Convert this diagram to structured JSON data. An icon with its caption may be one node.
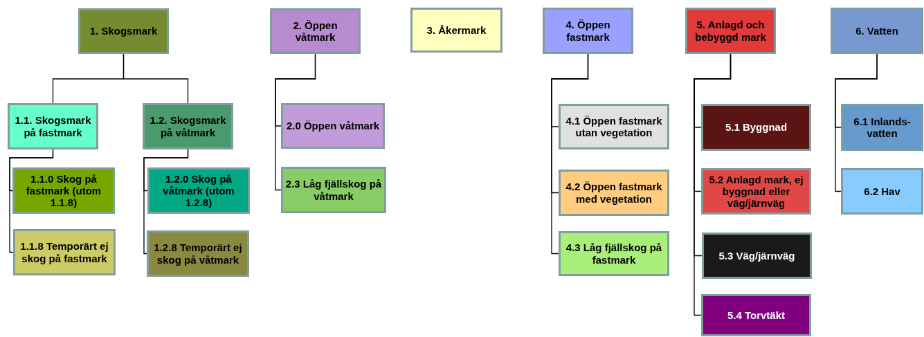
{
  "diagram": {
    "nodes": [
      {
        "text": [
          "1. Skogsmark"
        ]
      },
      {
        "text": [
          "1.1. Skogsmark på fastmark"
        ]
      },
      {
        "text": [
          "1.1.0 Skog på fastmark (utom 1.1.8)"
        ]
      },
      {
        "text": [
          "1.1.8 Temporärt ej skog på fastmark"
        ]
      },
      {
        "text": [
          "1.2. Skogsmark på våtmark"
        ]
      },
      {
        "text": [
          "1.2.0 Skog på våtmark (utom 1.2.8)"
        ]
      },
      {
        "text": [
          "1.2.8 Temporärt ej skog på våtmark"
        ]
      },
      {
        "text": [
          "2. Öppen våtmark"
        ]
      },
      {
        "text": [
          "2.0 Öppen våtmark"
        ]
      },
      {
        "text": [
          "2.3 Låg fjällskog på våtmark"
        ]
      },
      {
        "text": [
          "3. Åkermark"
        ]
      },
      {
        "text": [
          "4. Öppen fastmark"
        ]
      },
      {
        "text": [
          "4.1 Öppen fastmark utan vegetation"
        ]
      },
      {
        "text": [
          "4.2 Öppen fastmark med vegetation"
        ]
      },
      {
        "text": [
          "4.3 Låg fjällskog på  fastmark"
        ]
      },
      {
        "text": [
          "5. Anlagd och bebyggd mark"
        ]
      },
      {
        "text": [
          "5.1 Byggnad"
        ]
      },
      {
        "text": [
          "5.2 Anlagd mark, ej byggnad eller väg/järnväg"
        ]
      },
      {
        "text": [
          "5.3 Väg/järnväg"
        ]
      },
      {
        "text": [
          "5.4 Torvtäkt"
        ]
      },
      {
        "text": [
          "6. Vatten"
        ]
      },
      {
        "text": [
          "6.1 Inlands-vatten"
        ]
      },
      {
        "text": [
          "6.2 Hav"
        ]
      }
    ],
    "edges": [
      {
        "from": 0,
        "to": 1,
        "arrow": "none"
      },
      {
        "from": 0,
        "to": 4,
        "arrow": "none"
      },
      {
        "from": 1,
        "to": 2,
        "arrow": "none"
      },
      {
        "from": 1,
        "to": 3,
        "arrow": "none"
      },
      {
        "from": 4,
        "to": 5,
        "arrow": "none"
      },
      {
        "from": 4,
        "to": 6,
        "arrow": "none"
      },
      {
        "from": 7,
        "to": 8,
        "arrow": "none"
      },
      {
        "from": 7,
        "to": 9,
        "arrow": "none"
      },
      {
        "from": 11,
        "to": 12,
        "arrow": "none"
      },
      {
        "from": 11,
        "to": 13,
        "arrow": "none"
      },
      {
        "from": 11,
        "to": 14,
        "arrow": "none"
      },
      {
        "from": 15,
        "to": 16,
        "arrow": "none"
      },
      {
        "from": 15,
        "to": 17,
        "arrow": "none"
      },
      {
        "from": 15,
        "to": 18,
        "arrow": "none"
      },
      {
        "from": 15,
        "to": 19,
        "arrow": "none"
      },
      {
        "from": 20,
        "to": 21,
        "arrow": "none"
      },
      {
        "from": 20,
        "to": 22,
        "arrow": "none"
      }
    ]
  }
}
